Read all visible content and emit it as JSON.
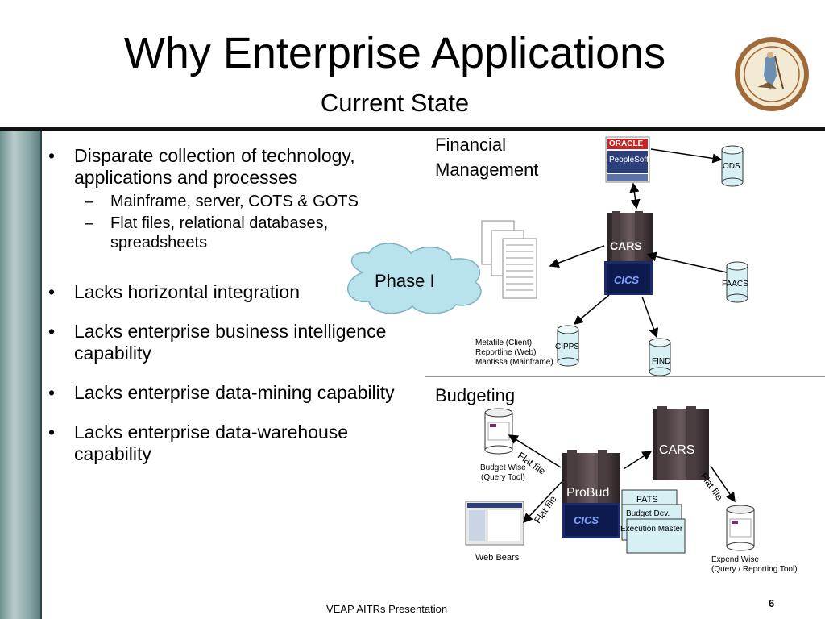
{
  "slide": {
    "title": "Why Enterprise Applications",
    "subtitle": "Current State",
    "footer": "VEAP AITRs Presentation",
    "page_number": "6"
  },
  "bullets": [
    {
      "text": "Disparate collection of technology, applications and processes",
      "subs": [
        "Mainframe, server, COTS & GOTS",
        "Flat files, relational databases, spreadsheets"
      ]
    },
    {
      "text": "Lacks horizontal integration",
      "subs": []
    },
    {
      "text": "Lacks enterprise business intelligence capability",
      "subs": []
    },
    {
      "text": "Lacks enterprise data-mining capability",
      "subs": []
    },
    {
      "text": "Lacks enterprise data-warehouse capability",
      "subs": []
    }
  ],
  "financial": {
    "section_label_line1": "Financial",
    "section_label_line2": "Management",
    "oracle_text": "ORACLE",
    "peoplesoft_text": "PeopleSoft",
    "cars_label": "CARS",
    "cics_text": "CICS",
    "ods_label": "ODS",
    "faacs_label": "FAACS",
    "cipps_label": "CIPPS",
    "find_label": "FIND",
    "phase_label": "Phase I",
    "cipps_notes": [
      "Metafile (Client)",
      "Reportline (Web)",
      "Mantissa (Mainframe)"
    ]
  },
  "budgeting": {
    "section_label": "Budgeting",
    "cars_label": "CARS",
    "probud_label": "ProBud",
    "cics_text": "CICS",
    "flat_file": "Flat file",
    "budget_wise": [
      "Budget Wise",
      "(Query Tool)"
    ],
    "web_bears": "Web Bears",
    "expend_wise": [
      "Expend Wise",
      "(Query / Reporting Tool)"
    ],
    "stack_labels": [
      "FATS",
      "Budget Dev.",
      "Execution Master"
    ]
  },
  "colors": {
    "sidebar": "#8faaaa",
    "cloud": "#b8e2ec",
    "doc_box": "#d6f0f3",
    "server_dark": "#3a2f33",
    "cics_blue": "#1b2a6b"
  }
}
